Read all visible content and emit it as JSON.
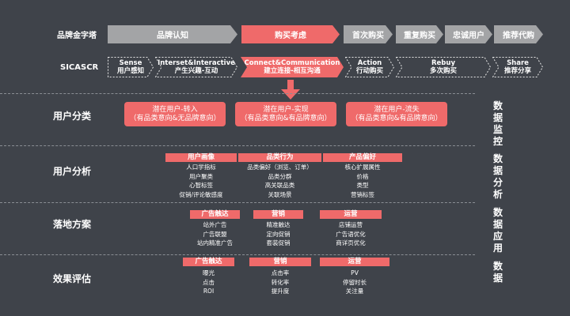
{
  "funnel": {
    "label": "品牌金字塔",
    "stages": [
      {
        "label": "品牌认知",
        "style": "gray"
      },
      {
        "label": "购买考虑",
        "style": "red"
      },
      {
        "label": "首次购买",
        "style": "gray"
      },
      {
        "label": "重复购买",
        "style": "gray"
      },
      {
        "label": "忠诚用户",
        "style": "gray"
      },
      {
        "label": "推荐代购",
        "style": "gray"
      }
    ]
  },
  "sicas": {
    "label": "SICASCR",
    "stages": [
      {
        "title": "Sense",
        "sub": "用户感知"
      },
      {
        "title": "Interset&Interactive",
        "sub": "产生兴趣-互动"
      },
      {
        "title": "Connect&Communication",
        "sub": "建立连接-相互沟通"
      },
      {
        "title": "Action",
        "sub": "行动购买"
      },
      {
        "title": "Rebuy",
        "sub": "多次购买"
      },
      {
        "title": "Share",
        "sub": "推荐分享"
      }
    ]
  },
  "sections": {
    "classification": {
      "label": "用户分类",
      "side": [
        "数",
        "据",
        "监",
        "控"
      ],
      "pills": [
        {
          "line1": "潜在用户-转入",
          "line2": "（有品类意向&无品牌意向）"
        },
        {
          "line1": "潜在用户-实现",
          "line2": "（有品类意向&有品牌意向）"
        },
        {
          "line1": "潜在用户-流失",
          "line2": "（有品类意向&有品牌意向）"
        }
      ]
    },
    "analysis": {
      "label": "用户分析",
      "side": [
        "数",
        "据",
        "分",
        "析"
      ],
      "columns": [
        {
          "header": "用户画像",
          "items": [
            "人口学指标",
            "用户聚类",
            "心智标签",
            "促销/评论敏感度"
          ]
        },
        {
          "header": "品类行为",
          "items": [
            "品类偏好（浏览、订单）",
            "品类分群",
            "高关联品类",
            "关联场景"
          ]
        },
        {
          "header": "产品偏好",
          "items": [
            "核心扩展属性",
            "价格",
            "类型",
            "营销标签"
          ]
        }
      ]
    },
    "landing": {
      "label": "落地方案",
      "side": [
        "数",
        "据",
        "应",
        "用"
      ],
      "columns": [
        {
          "header": "广告触达",
          "items": [
            "站外广告",
            "广告联盟",
            "站内精准广告"
          ]
        },
        {
          "header": "营销",
          "items": [
            "精准触达",
            "定向促销",
            "套装促销"
          ]
        },
        {
          "header": "运营",
          "items": [
            "店铺运营",
            "广告语优化",
            "商详页优化"
          ]
        }
      ]
    },
    "evaluation": {
      "label": "效果评估",
      "side": [
        "数",
        "据"
      ],
      "columns": [
        {
          "header": "广告触达",
          "items": [
            "曝光",
            "点击",
            "ROI"
          ]
        },
        {
          "header": "营销",
          "items": [
            "点击率",
            "转化率",
            "提升度"
          ]
        },
        {
          "header": "运营",
          "items": [
            "PV",
            "停留时长",
            "关注量"
          ]
        }
      ]
    }
  },
  "colors": {
    "accent": "#ef6a6a",
    "gray": "#a3a4a6",
    "background": "#3f434a"
  }
}
